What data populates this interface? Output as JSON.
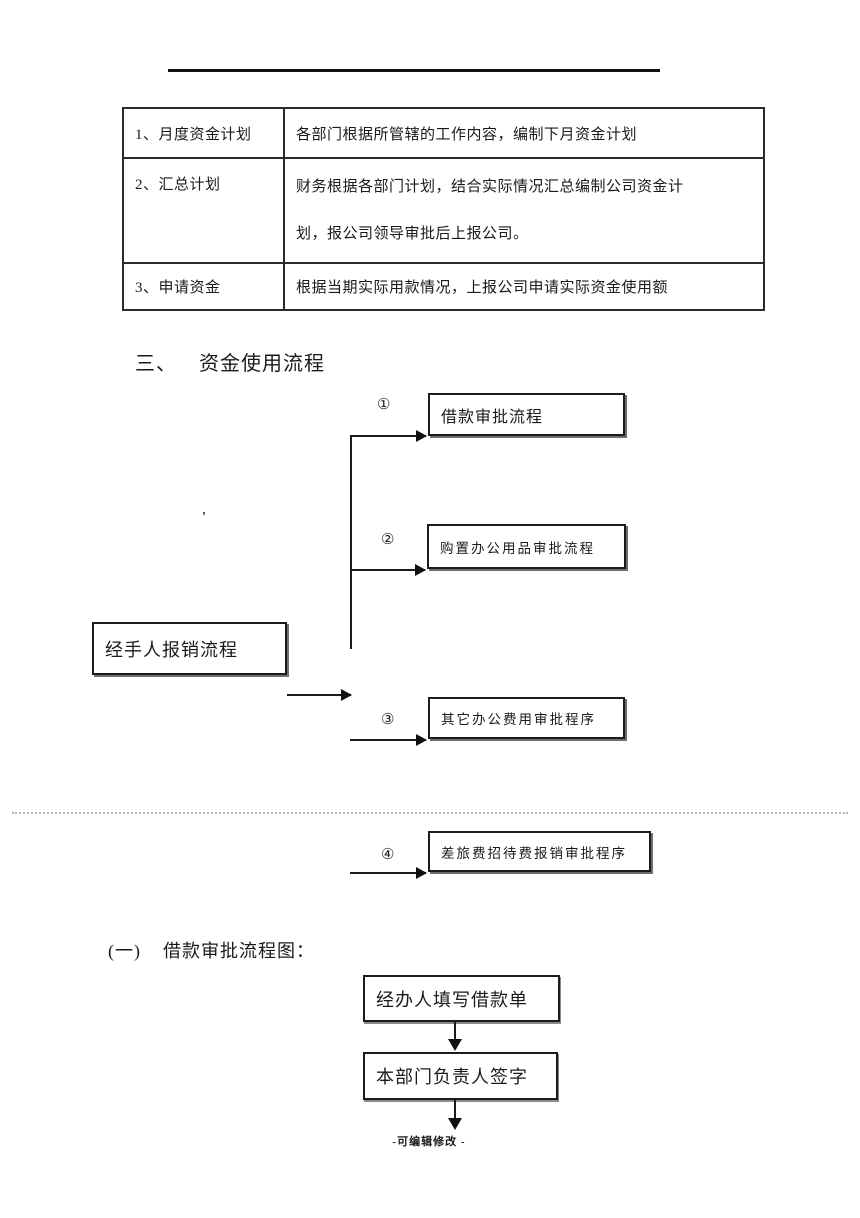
{
  "plan_table": {
    "rows": [
      {
        "label": "1、月度资金计划",
        "lines": [
          "各部门根据所管辖的工作内容，编制下月资金计划"
        ]
      },
      {
        "label": "2、汇总计划",
        "lines": [
          "财务根据各部门计划，结合实际情况汇总编制公司资金计",
          "划，报公司领导审批后上报公司。"
        ]
      },
      {
        "label": "3、申请资金",
        "lines": [
          "根据当期实际用款情况，上报公司申请实际资金使用额"
        ]
      }
    ]
  },
  "section": {
    "number": "三、",
    "title": "资金使用流程"
  },
  "flow": {
    "stray_mark": "'",
    "source_label": "经手人报销流程",
    "branches": [
      {
        "badge": "①",
        "label": "借款审批流程"
      },
      {
        "badge": "②",
        "label": "购置办公用品审批流程"
      },
      {
        "badge": "③",
        "label": "其它办公费用审批程序"
      },
      {
        "badge": "④",
        "label": "差旅费招待费报销审批程序"
      }
    ]
  },
  "subsection": {
    "number": "(一)",
    "title": "借款审批流程图："
  },
  "loan_flow": {
    "steps": [
      "经办人填写借款单",
      "本部门负责人签字"
    ]
  },
  "footer": {
    "label": "-可编辑修改 -"
  }
}
